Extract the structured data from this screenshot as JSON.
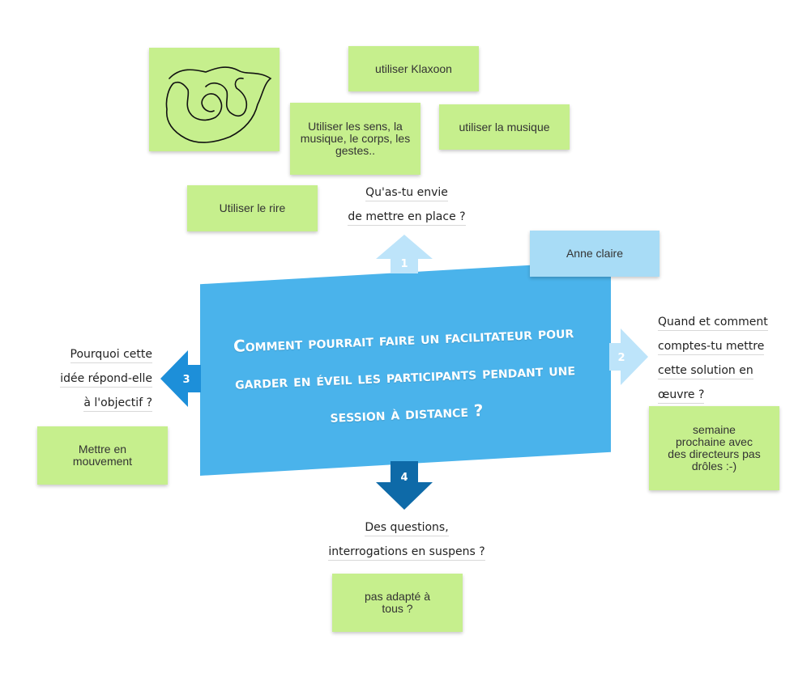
{
  "colors": {
    "sticky_green": "#c6ef8d",
    "sticky_blue": "#a8dcf6",
    "banner": "#4ab3eb",
    "arrow_1": "#bde4fa",
    "arrow_2": "#bde4fa",
    "arrow_3": "#1d8fd9",
    "arrow_4": "#0e6aa8"
  },
  "icons": [
    "doodle-drawing",
    "arrow-up-1",
    "arrow-right-2",
    "arrow-left-3",
    "arrow-down-4"
  ],
  "central_question": "Comment pourrait faire un facilitateur pour garder en éveil les participants pendant une session à distance ?",
  "steps": {
    "step1": {
      "number": "1",
      "question_lines": [
        "Qu'as-tu envie",
        "de mettre en place ?"
      ]
    },
    "step2": {
      "number": "2",
      "question_lines": [
        "Quand et comment",
        "comptes-tu mettre",
        "cette solution en",
        "œuvre ?"
      ]
    },
    "step3": {
      "number": "3",
      "question_lines": [
        "Pourquoi cette",
        "idée répond-elle",
        "à l'objectif ?"
      ]
    },
    "step4": {
      "number": "4",
      "question_lines": [
        "Des questions,",
        "interrogations en suspens ?"
      ]
    }
  },
  "notes": {
    "klaxoon": "utiliser Klaxoon",
    "sens": "Utiliser les sens, la musique, le corps, les gestes..",
    "musique": "utiliser la musique",
    "rire": "Utiliser le rire",
    "anne": "Anne claire",
    "semaine": "semaine prochaine avec des directeurs pas drôles :-)",
    "mouvement": "Mettre en mouvement",
    "adapte": "pas adapté à tous ?"
  }
}
